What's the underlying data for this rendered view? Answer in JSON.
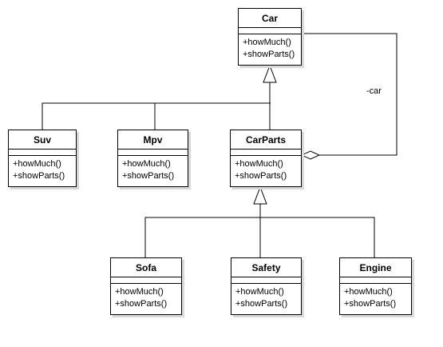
{
  "classes": {
    "car": {
      "name": "Car",
      "ops": [
        "+howMuch()",
        "+showParts()"
      ]
    },
    "suv": {
      "name": "Suv",
      "ops": [
        "+howMuch()",
        "+showParts()"
      ]
    },
    "mpv": {
      "name": "Mpv",
      "ops": [
        "+howMuch()",
        "+showParts()"
      ]
    },
    "carparts": {
      "name": "CarParts",
      "ops": [
        "+howMuch()",
        "+showParts()"
      ]
    },
    "sofa": {
      "name": "Sofa",
      "ops": [
        "+howMuch()",
        "+showParts()"
      ]
    },
    "safety": {
      "name": "Safety",
      "ops": [
        "+howMuch()",
        "+showParts()"
      ]
    },
    "engine": {
      "name": "Engine",
      "ops": [
        "+howMuch()",
        "+showParts()"
      ]
    }
  },
  "association": {
    "label": "-car",
    "type": "aggregation",
    "from": "CarParts",
    "to": "Car"
  },
  "generalizations": [
    {
      "parent": "Car",
      "children": [
        "Suv",
        "Mpv",
        "CarParts"
      ]
    },
    {
      "parent": "CarParts",
      "children": [
        "Sofa",
        "Safety",
        "Engine"
      ]
    }
  ]
}
